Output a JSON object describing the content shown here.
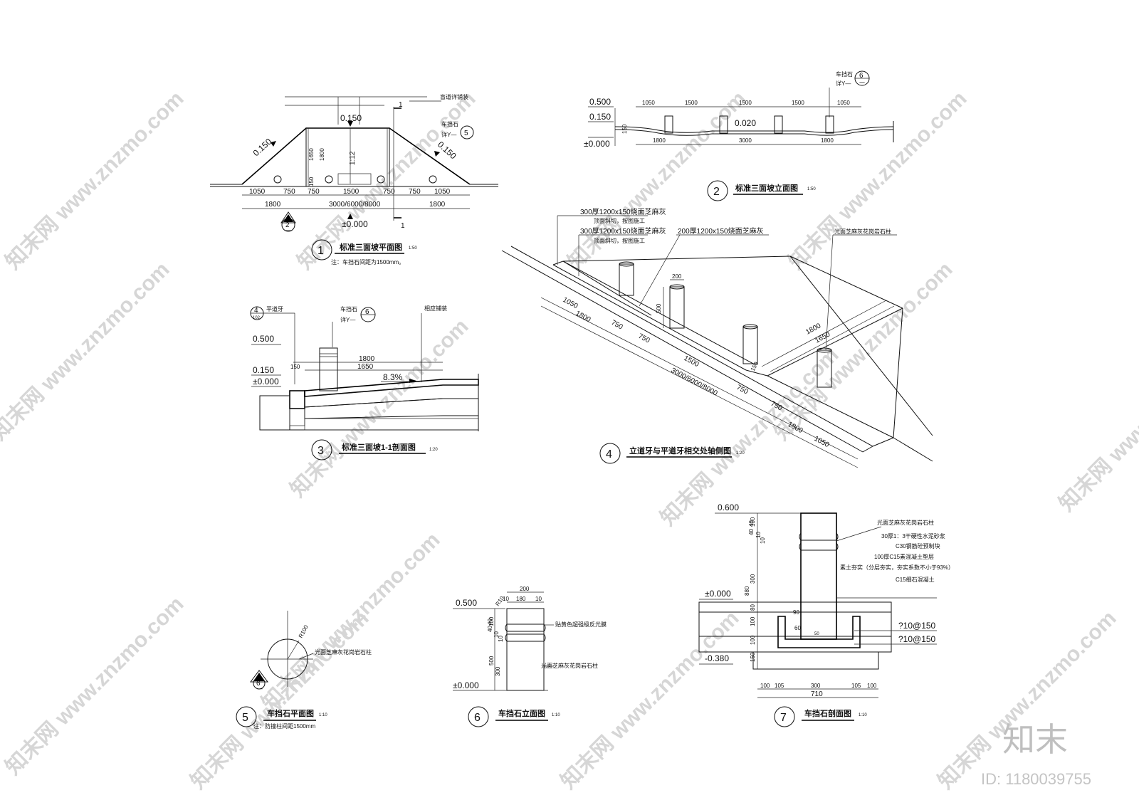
{
  "drawing": {
    "brand": "知末",
    "id_label": "ID: 1180039755",
    "watermark": "知末网 www.znzmo.com"
  },
  "view1": {
    "number": "1",
    "title": "标准三面坡平面图",
    "scale": "1:50",
    "note": "注：车挡石间距为1500mm。",
    "blind_road_note": "盲道详铺装",
    "slope_top": "0.150",
    "slope_left": "0.150",
    "slope_right": "0.150",
    "grade": "1:12",
    "dim_1650": "1650",
    "dim_1800": "1800",
    "dim_150": "150",
    "bottom_dims": [
      "1050",
      "750",
      "750",
      "1500",
      "750",
      "750",
      "1050"
    ],
    "dim_total_left": "1800",
    "dim_total_mid": "3000/6000/8000",
    "dim_total_right": "1800",
    "level_zero": "±0.000",
    "section_mark": "1",
    "ref_label": "车挡石",
    "ref_detail": "详Y—",
    "ref_num": "5",
    "index_num": "2",
    "index_sheet": "一"
  },
  "view2": {
    "number": "2",
    "title": "标准三面坡立面图",
    "scale": "1:50",
    "ref_label": "车挡石",
    "ref_detail": "详Y—",
    "ref_num": "6",
    "ref_sheet": "一",
    "levels": [
      "0.500",
      "0.150",
      "±0.000"
    ],
    "top_dims": [
      "1050",
      "1500",
      "1500",
      "1500",
      "1050"
    ],
    "mid_level": "0.020",
    "dim_150": "150",
    "bottom_dims": [
      "1800",
      "3000",
      "1800"
    ]
  },
  "view3": {
    "number": "3",
    "title": "标准三面坡1-1剖面图",
    "scale": "1:20",
    "ref_num": "4",
    "ref_sheet": "102",
    "curb_label": "平道牙",
    "ref2_label": "车挡石",
    "ref2_detail": "详Y—",
    "ref2_num": "6",
    "paving_label": "相应铺装",
    "levels": [
      "0.500",
      "0.150",
      "±0.000"
    ],
    "dim_1800": "1800",
    "dim_1650": "1650",
    "dim_150": "150",
    "slope": "8.3%"
  },
  "view4": {
    "number": "4",
    "title": "立道牙与平道牙相交处轴侧图",
    "scale": "1:20",
    "callout1": "300厚1200x150烧面芝麻灰",
    "callout1_sub": "顶面斜切，按图施工",
    "callout2": "300厚1200x150烧面芝麻灰",
    "callout2_sub": "顶面斜切，按图施工",
    "callout3": "200厚1200x150烧面芝麻灰",
    "callout4": "光面芝麻灰花岗岩石柱",
    "dim_200": "200",
    "dim_500": "500",
    "dim_150": "150",
    "dim_1800": "1800",
    "dim_1650": "1650",
    "dims_lower": [
      "1050",
      "1800",
      "750",
      "750",
      "1500",
      "3000/6000/8000",
      "750",
      "750",
      "1800",
      "1050"
    ]
  },
  "view5": {
    "number": "5",
    "title": "车挡石平面图",
    "scale": "1:10",
    "note": "注：防撞柱间距1500mm",
    "radius": "R100",
    "material": "光面芝麻灰花岗岩石柱",
    "index_num": "6",
    "index_sheet": "一"
  },
  "view6": {
    "number": "6",
    "title": "车挡石立面图",
    "scale": "1:10",
    "level_top": "0.500",
    "level_zero": "±0.000",
    "dim_200": "200",
    "dims_top": [
      "10",
      "180",
      "10"
    ],
    "radius": "R10",
    "dims_side": [
      "40",
      "40",
      "100",
      "10",
      "10",
      "500",
      "300"
    ],
    "film_label": "贴黄色超强级反光膜",
    "material": "光面芝麻灰花岗岩石柱"
  },
  "view7": {
    "number": "7",
    "title": "车挡石剖面图",
    "scale": "1:10",
    "level_top": "0.600",
    "level_zero": "±0.000",
    "level_bottom": "-0.380",
    "layers": [
      "光面芝麻灰花岗岩石柱",
      "30厚1：3干硬性水泥砂浆",
      "C30钢筋砼预制块",
      "100厚C15素混凝土垫层",
      "素土夯实（分层夯实，夯实系数不小于93%）",
      "C15细石混凝土"
    ],
    "rebar1": "?10@150",
    "rebar2": "?10@150",
    "dims_side": [
      "40",
      "40",
      "100",
      "10",
      "10",
      "300",
      "880",
      "80",
      "100",
      "100",
      "150"
    ],
    "dim_90": "90",
    "dim_60": "60",
    "dim_50": "50",
    "bottom_dims": [
      "100",
      "105",
      "300",
      "105",
      "100"
    ],
    "dim_total": "710"
  }
}
